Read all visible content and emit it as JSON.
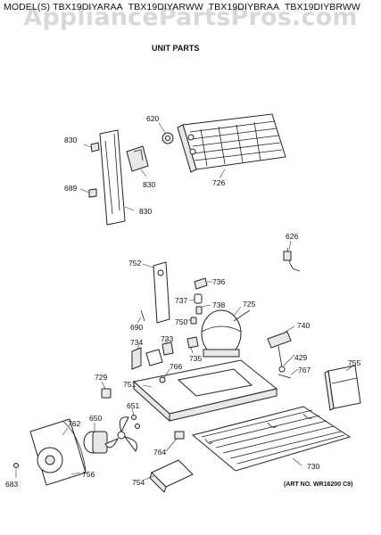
{
  "watermark": "AppliancePartsPros.com",
  "header": {
    "models_prefix": "MODEL(S)",
    "models": [
      "TBX19DIYARAA",
      "TBX19DIYARWW",
      "TBX19DIYBRAA",
      "TBX19DIYBRWW"
    ]
  },
  "section_title": "UNIT PARTS",
  "art_number": "(ART NO. WR16200 C9)",
  "callouts": {
    "p620": "620",
    "p830a": "830",
    "p830b": "830",
    "p830c": "830",
    "p726": "726",
    "p689": "689",
    "p626": "626",
    "p752": "752",
    "p736": "736",
    "p737": "737",
    "p738": "738",
    "p725": "725",
    "p690": "690",
    "p750": "750",
    "p740": "740",
    "p734": "734",
    "p733": "733",
    "p735": "735",
    "p429": "429",
    "p767": "767",
    "p755": "755",
    "p729": "729",
    "p766": "766",
    "p751": "751",
    "p650": "650",
    "p651": "651",
    "p762": "762",
    "p764": "764",
    "p756": "756",
    "p754": "754",
    "p730": "730",
    "p683": "683"
  }
}
